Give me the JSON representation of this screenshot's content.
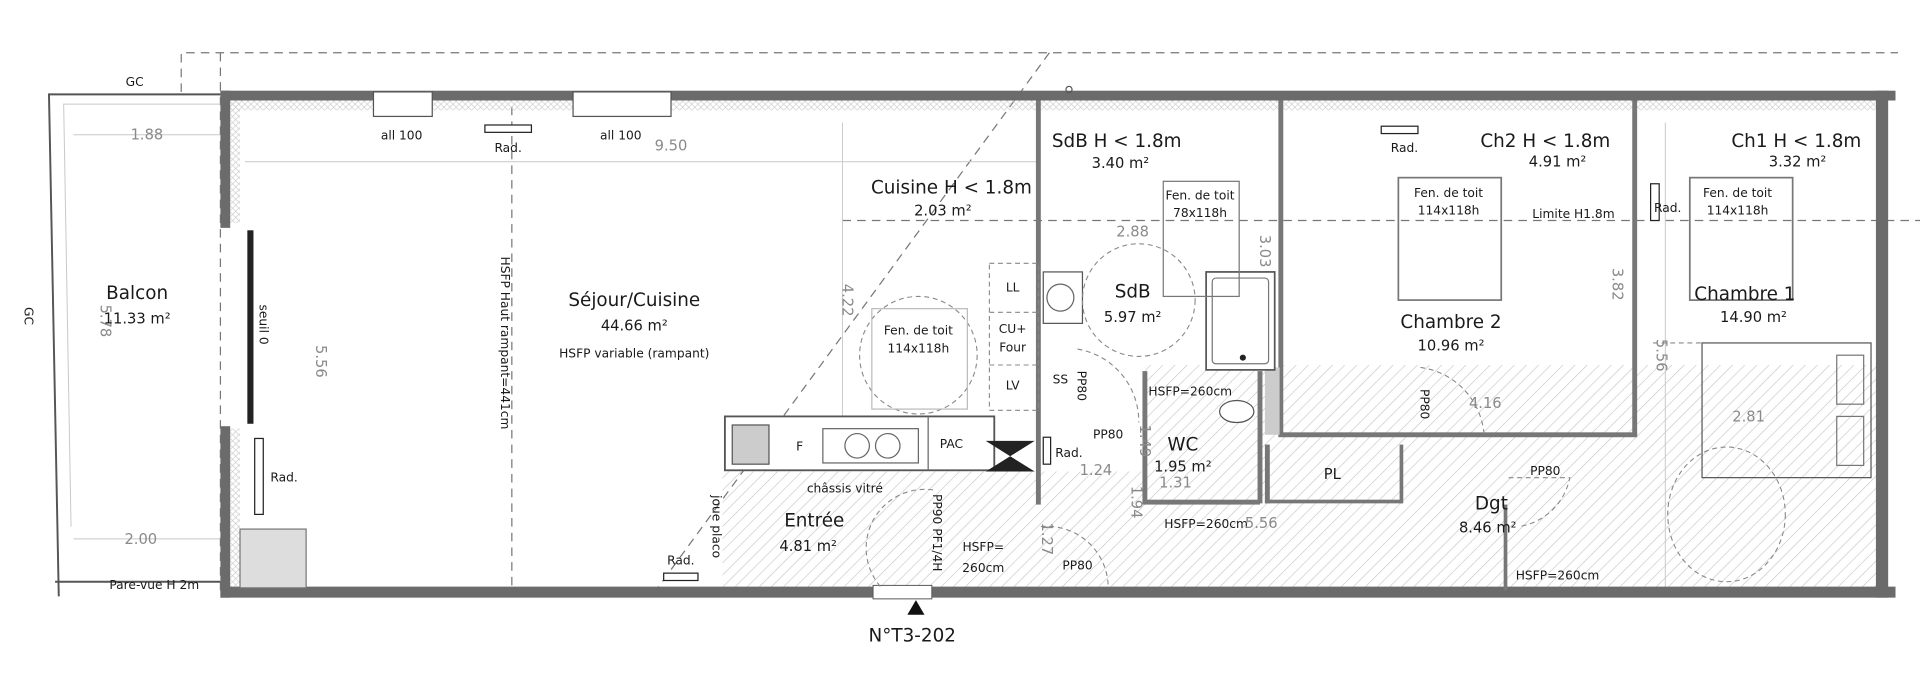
{
  "plan": {
    "unit_number": "N°T3-202",
    "colors": {
      "wall": "#6b6b6b",
      "text": "#1a1a1a",
      "dimension": "#8a8a8a"
    }
  },
  "balcon": {
    "gc_top": "GC",
    "gc_side": "GC",
    "name": "Balcon",
    "area": "11.33 m²",
    "dim_top": "1.88",
    "dim_bottom": "2.00",
    "dim_depth": "5.78",
    "pare_vue": "Pare-vue H 2m"
  },
  "sejour": {
    "name": "Séjour/Cuisine",
    "area": "44.66 m²",
    "note": "HSFP variable (rampant)",
    "hsfp_haut": "HSFP Haut rampant=441cm",
    "seuil": "seuil 0",
    "dim_depth": "5.56",
    "dim_length": "9.50",
    "dim_diag": "4.22",
    "window_1": "all 100",
    "window_2": "all 100",
    "rad_top": "Rad.",
    "rad_left": "Rad.",
    "rad_bottom": "Rad."
  },
  "cuisine": {
    "name": "Cuisine H < 1.8m",
    "area": "2.03 m²",
    "skylight_label": "Fen. de toit",
    "skylight_size": "114x118h",
    "ll": "LL",
    "cu": "CU+",
    "four": "Four",
    "lv": "LV",
    "fridge": "F",
    "pac": "PAC",
    "chassis": "châssis vitré"
  },
  "entree": {
    "name": "Entrée",
    "area": "4.81 m²",
    "joue": "joue placo",
    "door": "PP90 PF1/4H",
    "hsfp_1": "HSFP=",
    "hsfp_2": "260cm",
    "dim": "1.27",
    "door_pp80": "PP80"
  },
  "sdb": {
    "name_low": "SdB H < 1.8m",
    "area_low": "3.40 m²",
    "name": "SdB",
    "area": "5.97 m²",
    "skylight_label": "Fen. de toit",
    "skylight_size": "78x118h",
    "dim_w": "2.88",
    "dim_h": "3.03",
    "ss": "SS",
    "door": "PP80",
    "hsfp": "HSFP=260cm",
    "rad": "Rad."
  },
  "wc": {
    "name": "WC",
    "area": "1.95 m²",
    "door": "PP80",
    "dim_1": "1.24",
    "dim_2": "1.49",
    "dim_3": "1.31",
    "dim_4": "1.94",
    "hsfp": "HSFP=260cm",
    "dim_corr": "5.56"
  },
  "chambre2": {
    "name_low": "Ch2 H < 1.8m",
    "area_low": "4.91 m²",
    "rad": "Rad.",
    "skylight_label": "Fen. de toit",
    "skylight_size": "114x118h",
    "limite": "Limite H1.8m",
    "dim_h": "3.82",
    "name": "Chambre 2",
    "area": "10.96 m²",
    "door": "PP80",
    "dim_w": "4.16"
  },
  "dgt": {
    "closet": "PL",
    "name": "Dgt",
    "area": "8.46 m²",
    "door": "PP80",
    "hsfp": "HSFP=260cm"
  },
  "chambre1": {
    "name_low": "Ch1 H < 1.8m",
    "area_low": "3.32 m²",
    "rad": "Rad.",
    "skylight_label": "Fen. de toit",
    "skylight_size": "114x118h",
    "name": "Chambre 1",
    "area": "14.90 m²",
    "dim_h": "5.56",
    "dim_w": "2.81"
  }
}
